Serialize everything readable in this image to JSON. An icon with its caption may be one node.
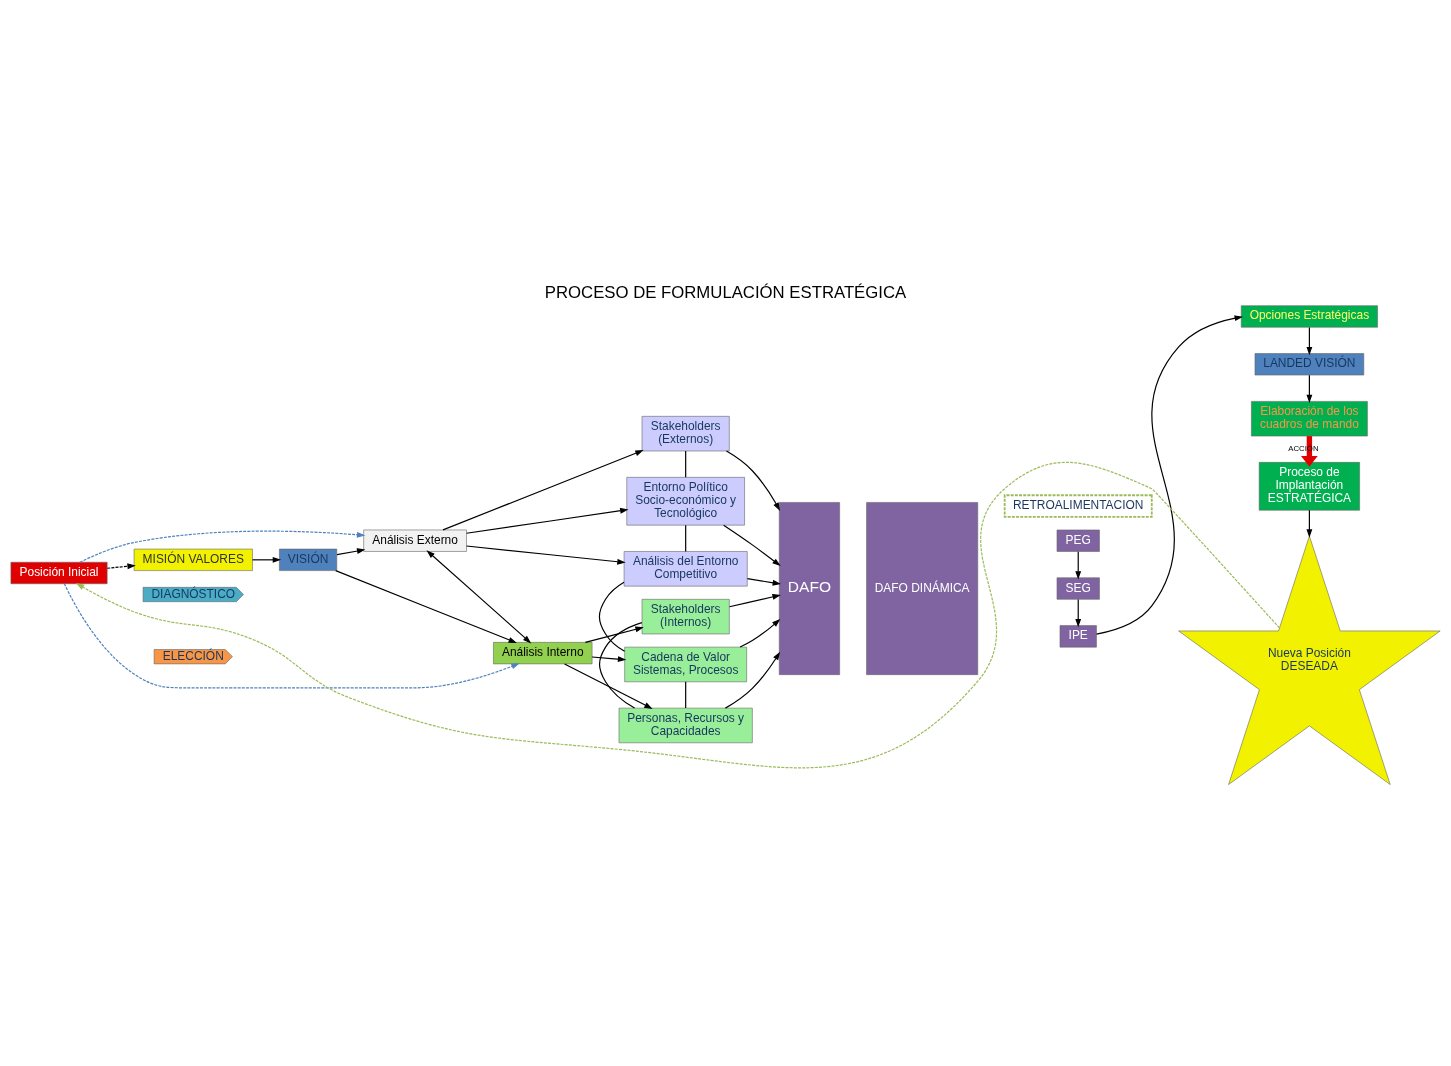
{
  "diagram": {
    "title": "PROCESO DE FORMULACIÓN ESTRATÉGICA",
    "nodes": [
      {
        "text": [
          "Posición Inicial"
        ]
      },
      {
        "text": [
          "MISIÓN VALORES"
        ]
      },
      {
        "text": [
          "VISIÓN"
        ]
      },
      {
        "text": [
          "Análisis Externo"
        ]
      },
      {
        "text": [
          "Análisis Interno"
        ]
      },
      {
        "text": [
          "Stakeholders (Externos)"
        ]
      },
      {
        "text": [
          "Entorno Político Socio-económico y Tecnológico"
        ]
      },
      {
        "text": [
          "Análisis del Entorno Competitivo"
        ]
      },
      {
        "text": [
          "Cadena de Valor Sistemas, Procesos"
        ]
      },
      {
        "text": [
          "Personas, Recursos y Capacidades"
        ]
      },
      {
        "text": [
          "Stakeholders (Internos)"
        ]
      },
      {
        "text": [
          "DAFO"
        ]
      },
      {
        "text": [
          "DAFO DINÁMICA"
        ]
      },
      {
        "text": [
          "PEG"
        ]
      },
      {
        "text": [
          "SEG"
        ]
      },
      {
        "text": [
          "IPE"
        ]
      },
      {
        "text": [
          "Opciones Estratégicas"
        ]
      },
      {
        "text": [
          "LANDED VISIÓN"
        ]
      },
      {
        "text": [
          "Elaboración de los cuadros de mando"
        ]
      },
      {
        "text": [
          "Proceso de Implantación ESTRATÉGICA"
        ]
      },
      {
        "text": [
          "Nueva Posición",
          "DESEADA"
        ]
      },
      {
        "text": [
          "RETROALIMENTACION"
        ]
      },
      {
        "text": [
          "DIAGNÓSTICO"
        ]
      },
      {
        "text": [
          "ELECCIÓN"
        ]
      }
    ],
    "edges": [
      {
        "from": 0,
        "to": 1,
        "arrow": "to",
        "style": "dashed"
      },
      {
        "from": 1,
        "to": 2,
        "arrow": "to"
      },
      {
        "from": 0,
        "to": 3,
        "arrow": "to",
        "style": "dashed",
        "color": "#4f81bd"
      },
      {
        "from": 0,
        "to": 4,
        "arrow": "to",
        "style": "dashed",
        "color": "#4f81bd"
      },
      {
        "from": 2,
        "to": 3,
        "arrow": "to"
      },
      {
        "from": 2,
        "to": 4,
        "arrow": "to"
      },
      {
        "from": 3,
        "to": 4,
        "arrow": "both"
      },
      {
        "from": 3,
        "to": 5,
        "arrow": "to"
      },
      {
        "from": 3,
        "to": 6,
        "arrow": "to"
      },
      {
        "from": 3,
        "to": 7,
        "arrow": "to"
      },
      {
        "from": 4,
        "to": 8,
        "arrow": "to"
      },
      {
        "from": 4,
        "to": 9,
        "arrow": "to"
      },
      {
        "from": 4,
        "to": 10,
        "arrow": "to"
      },
      {
        "from": 5,
        "to": 6,
        "arrow": "none"
      },
      {
        "from": 6,
        "to": 7,
        "arrow": "none"
      },
      {
        "from": 7,
        "to": 8,
        "arrow": "none"
      },
      {
        "from": 8,
        "to": 9,
        "arrow": "none"
      },
      {
        "from": 9,
        "to": 10,
        "arrow": "none"
      },
      {
        "from": 5,
        "to": 11,
        "arrow": "to"
      },
      {
        "from": 6,
        "to": 11,
        "arrow": "to"
      },
      {
        "from": 7,
        "to": 11,
        "arrow": "to"
      },
      {
        "from": 8,
        "to": 11,
        "arrow": "to"
      },
      {
        "from": 9,
        "to": 11,
        "arrow": "to"
      },
      {
        "from": 10,
        "to": 11,
        "arrow": "to"
      },
      {
        "from": 13,
        "to": 14,
        "arrow": "to"
      },
      {
        "from": 14,
        "to": 15,
        "arrow": "to"
      },
      {
        "from": 15,
        "to": 16,
        "arrow": "to"
      },
      {
        "from": 16,
        "to": 17,
        "arrow": "to"
      },
      {
        "from": 17,
        "to": 18,
        "arrow": "to"
      },
      {
        "from": 18,
        "to": 19,
        "arrow": "to",
        "label": "ACCIÓN",
        "style": "thick",
        "color": "#e00000"
      },
      {
        "from": 19,
        "to": 20,
        "arrow": "to"
      },
      {
        "from": 20,
        "to": 0,
        "arrow": "to",
        "style": "dashed",
        "color": "#9bbb59"
      }
    ]
  }
}
